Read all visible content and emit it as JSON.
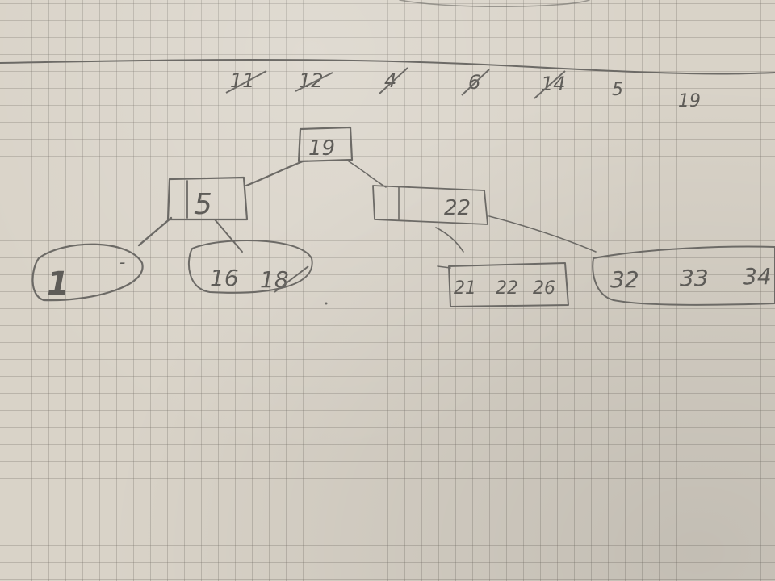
{
  "sequence": {
    "items": [
      {
        "label": "11",
        "crossed": true
      },
      {
        "label": "12",
        "crossed": true
      },
      {
        "label": "4",
        "crossed": true
      },
      {
        "label": "6",
        "crossed": true
      },
      {
        "label": "14",
        "crossed": true
      },
      {
        "label": "5",
        "crossed": false
      },
      {
        "label": "19",
        "crossed": false
      }
    ]
  },
  "tree": {
    "root": {
      "keys": [
        "19"
      ]
    },
    "left": {
      "keys": [
        "5"
      ]
    },
    "right": {
      "keys": [
        "",
        "22"
      ]
    },
    "leaf_1": {
      "keys": [
        "1",
        "-"
      ]
    },
    "leaf_2": {
      "keys": [
        "16",
        "18"
      ]
    },
    "leaf_3": {
      "keys": [
        "21",
        "22",
        "26"
      ]
    },
    "leaf_4": {
      "keys": [
        "32",
        "33",
        "34"
      ]
    }
  }
}
